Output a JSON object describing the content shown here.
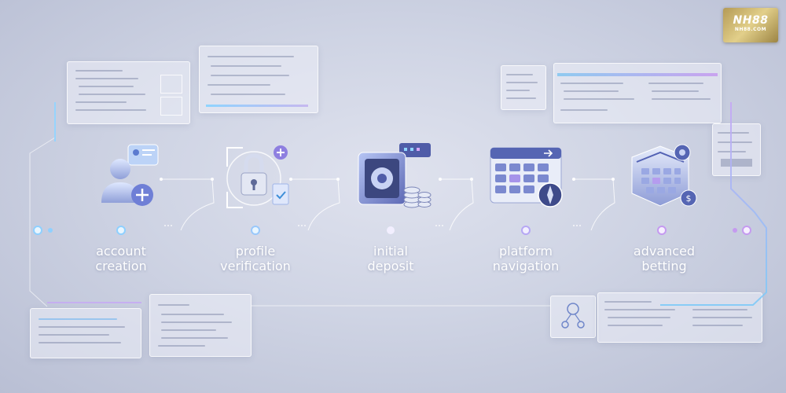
{
  "steps": [
    {
      "label": "account\ncreation",
      "icon": "user-add-icon"
    },
    {
      "label": "profile\nverification",
      "icon": "lock-document-icon"
    },
    {
      "label": "initial\ndeposit",
      "icon": "vault-coins-icon"
    },
    {
      "label": "platform\nnavigation",
      "icon": "keypad-compass-icon"
    },
    {
      "label": "advanced\nbetting",
      "icon": "chip-grid-icon"
    }
  ],
  "logo": {
    "brand": "NH88",
    "sub": "NH88.COM"
  },
  "colors": {
    "line_start": "#6ec3f5",
    "line_end": "#c59af0",
    "label": "#ffffff",
    "node": "#8fd0ff"
  }
}
